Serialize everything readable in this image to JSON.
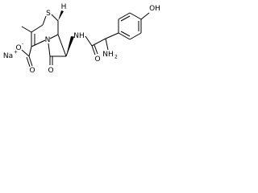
{
  "molecule": {
    "sulfur": "S",
    "ring_nitrogen": "N",
    "lactam_oxygen": "O",
    "carboxylate_oxygen": "O",
    "carboxylate_charge": "-",
    "sodium": "Na",
    "sodium_charge": "+",
    "amide_nh": "NH",
    "amide_oxygen": "O",
    "amino_n": "NH",
    "amino_subscript": "2",
    "hydroxyl": "OH",
    "stereo_h": "H"
  }
}
